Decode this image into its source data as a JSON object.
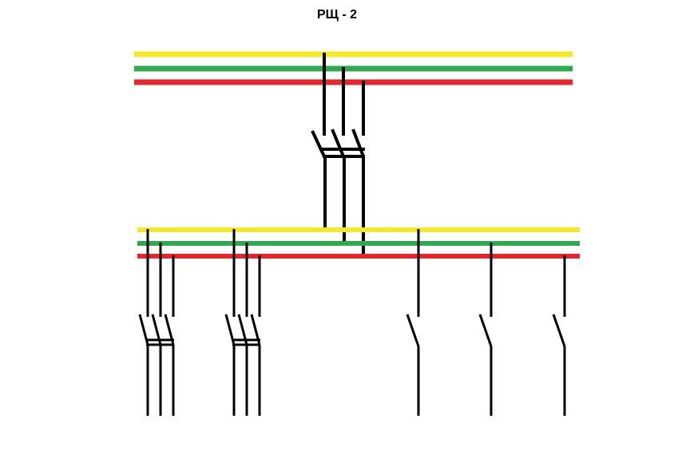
{
  "diagram": {
    "title": "РЩ - 2",
    "colors": {
      "phase_yellow": "#f5e82a",
      "phase_green": "#2fa84f",
      "phase_red": "#e0282e",
      "wire": "#000000"
    },
    "breakers": {
      "main_three_pole": 1,
      "outgoing_three_pole": 2,
      "outgoing_single_pole": 3
    }
  }
}
